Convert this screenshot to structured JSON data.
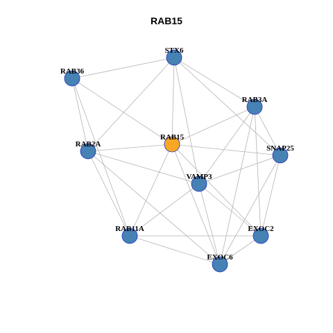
{
  "title": "RAB15",
  "colors": {
    "background": "#ffffff",
    "edge": "#b3b3b3",
    "node_fill": "#4682b4",
    "focus_fill": "#f9a825",
    "node_stroke": "#1f2fbf",
    "label": "#000000"
  },
  "network": {
    "focus": "RAB15",
    "nodes": [
      "STX6",
      "RAB36",
      "RAB3A",
      "RAB15",
      "RAB2A",
      "SNAP25",
      "VAMP3",
      "RAB11A",
      "EXOC2",
      "EXOC6"
    ],
    "edges": [
      [
        "STX6",
        "RAB36"
      ],
      [
        "STX6",
        "RAB2A"
      ],
      [
        "STX6",
        "RAB15"
      ],
      [
        "STX6",
        "VAMP3"
      ],
      [
        "STX6",
        "RAB3A"
      ],
      [
        "STX6",
        "SNAP25"
      ],
      [
        "RAB36",
        "RAB15"
      ],
      [
        "RAB36",
        "RAB2A"
      ],
      [
        "RAB36",
        "RAB11A"
      ],
      [
        "RAB3A",
        "RAB15"
      ],
      [
        "RAB3A",
        "VAMP3"
      ],
      [
        "RAB3A",
        "SNAP25"
      ],
      [
        "RAB3A",
        "EXOC2"
      ],
      [
        "RAB3A",
        "EXOC6"
      ],
      [
        "RAB15",
        "RAB2A"
      ],
      [
        "RAB15",
        "SNAP25"
      ],
      [
        "RAB15",
        "RAB11A"
      ],
      [
        "RAB15",
        "EXOC6"
      ],
      [
        "RAB15",
        "EXOC2"
      ],
      [
        "RAB2A",
        "VAMP3"
      ],
      [
        "RAB2A",
        "RAB11A"
      ],
      [
        "RAB2A",
        "EXOC6"
      ],
      [
        "SNAP25",
        "VAMP3"
      ],
      [
        "SNAP25",
        "EXOC2"
      ],
      [
        "SNAP25",
        "EXOC6"
      ],
      [
        "VAMP3",
        "RAB11A"
      ],
      [
        "VAMP3",
        "EXOC2"
      ],
      [
        "VAMP3",
        "EXOC6"
      ],
      [
        "RAB11A",
        "EXOC2"
      ],
      [
        "RAB11A",
        "EXOC6"
      ],
      [
        "EXOC2",
        "EXOC6"
      ]
    ]
  }
}
